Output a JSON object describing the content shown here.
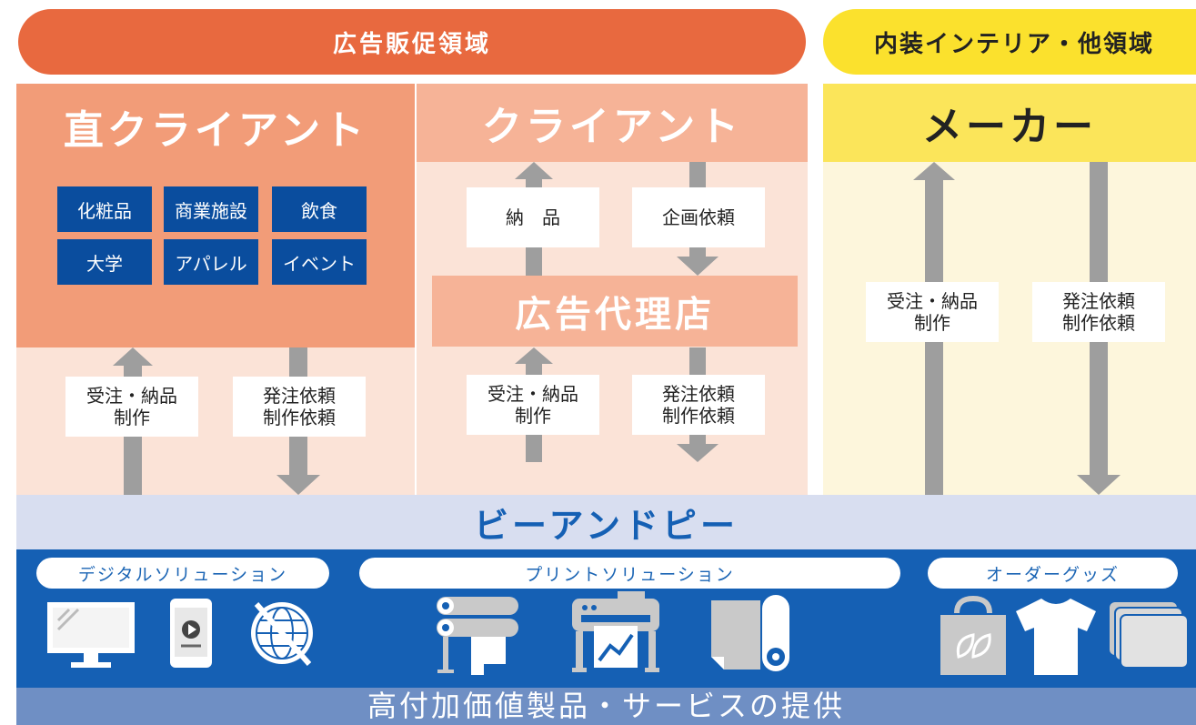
{
  "header": {
    "left_domain": "広告販促領域",
    "right_domain": "内装インテリア・他領域"
  },
  "columns": {
    "direct_client": {
      "title": "直クライアント",
      "tags": [
        "化粧品",
        "商業施設",
        "飲食",
        "大学",
        "アパレル",
        "イベント"
      ]
    },
    "client": {
      "title": "クライアント"
    },
    "agency": {
      "title": "広告代理店"
    },
    "maker": {
      "title": "メーカー"
    }
  },
  "flows": {
    "delivery": "納　品",
    "planning_request": "企画依頼",
    "order_delivery_production": "受注・納品\n制作",
    "order_request_production_request": "発注依頼\n制作依頼"
  },
  "company": {
    "name": "ビーアンドピー"
  },
  "solutions": {
    "digital": "デジタルソリューション",
    "print": "プリントソリューション",
    "goods": "オーダーグッズ"
  },
  "footer": {
    "text": "高付加価値製品・サービスの提供"
  },
  "colors": {
    "orange_header": "#e8693f",
    "yellow_header": "#fbe12d",
    "salmon": "#f29c78",
    "light_salmon": "#f6b397",
    "pale_salmon": "#fbe3d7",
    "pale_yellow": "#fdf6dc",
    "bright_yellow": "#fbe55a",
    "band_blue": "#d8def0",
    "blue": "#1560b4",
    "navy": "#0a4d9e",
    "footer_blue": "#6f8fc4"
  },
  "icons": [
    "monitor-icon",
    "smartphone-icon",
    "globe-icon",
    "paper-roll-icon",
    "plotter-icon",
    "poster-roll-icon",
    "eco-bag-icon",
    "tshirt-icon",
    "card-stack-icon"
  ]
}
